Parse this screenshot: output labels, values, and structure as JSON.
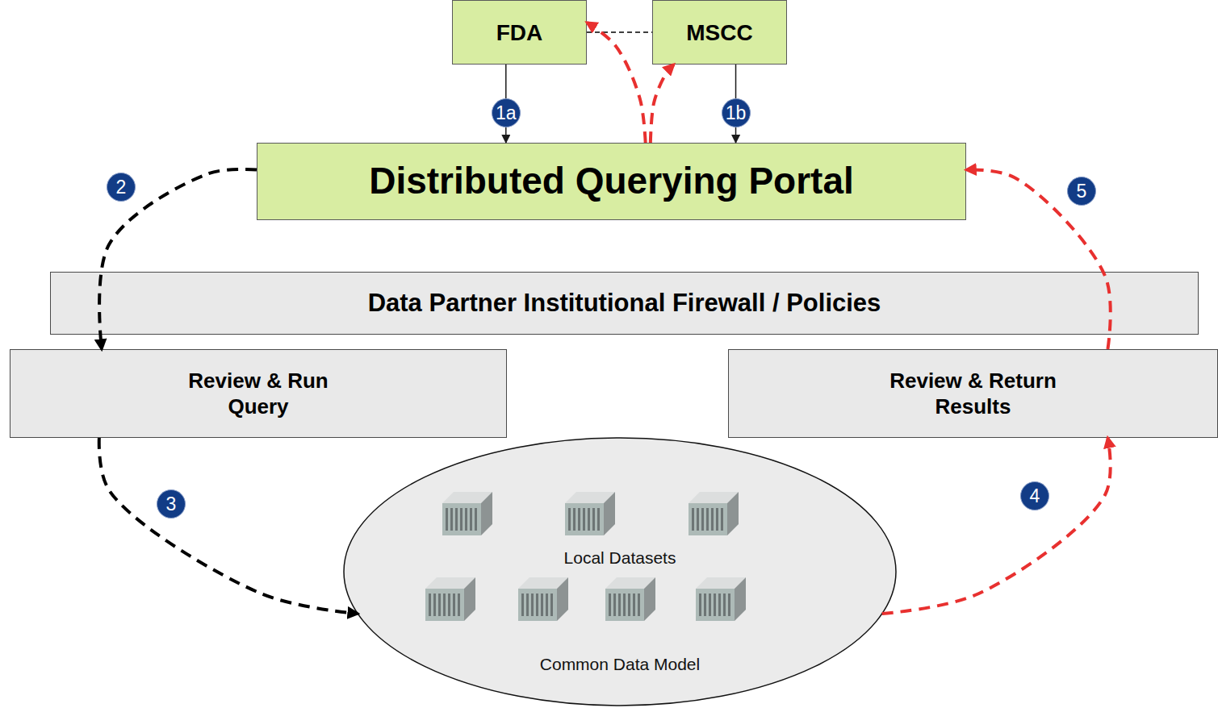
{
  "diagram": {
    "nodes": [
      {
        "text": [
          "FDA"
        ]
      },
      {
        "text": [
          "MSCC"
        ]
      },
      {
        "text": [
          "Distributed Querying Portal"
        ]
      },
      {
        "text": [
          "Data Partner Institutional Firewall / Policies"
        ]
      },
      {
        "text": [
          "Review & Run Query"
        ]
      },
      {
        "text": [
          "Review & Return Results"
        ]
      },
      {
        "text": [
          "Local Datasets",
          "Common Data Model"
        ]
      }
    ],
    "edges": [
      {
        "from": 0,
        "to": 1,
        "arrow": "none"
      },
      {
        "from": 0,
        "to": 2,
        "label": "1a",
        "arrow": "to"
      },
      {
        "from": 1,
        "to": 2,
        "label": "1b",
        "arrow": "to"
      },
      {
        "from": 2,
        "to": 0,
        "arrow": "to"
      },
      {
        "from": 2,
        "to": 1,
        "arrow": "to"
      },
      {
        "from": 2,
        "to": 4,
        "arrow": "to"
      },
      {
        "from": 4,
        "to": 6,
        "arrow": "to"
      },
      {
        "from": 6,
        "to": 5,
        "arrow": "to"
      },
      {
        "from": 5,
        "to": 2,
        "arrow": "to"
      }
    ],
    "labels": [
      "2",
      "3",
      "4",
      "5"
    ]
  }
}
